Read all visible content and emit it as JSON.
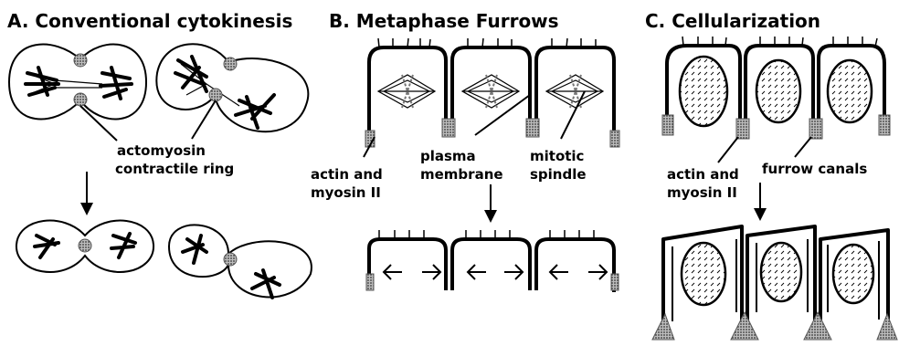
{
  "panels": {
    "a": {
      "title": "A.  Conventional  cytokinesis",
      "label_line1": "actomyosin",
      "label_line2": "contractile  ring"
    },
    "b": {
      "title": "B.  Metaphase  Furrows",
      "label_actin_1": "actin  and",
      "label_actin_2": "myosin  II",
      "label_plasma_1": "plasma",
      "label_plasma_2": "membrane",
      "label_spindle_1": "mitotic",
      "label_spindle_2": "spindle"
    },
    "c": {
      "title": "C.    Cellularization",
      "label_actin_1": "actin  and",
      "label_actin_2": "myosin  II",
      "label_furrow": "furrow   canals"
    }
  },
  "colors": {
    "ink": "#000000",
    "stipple": "#8a8a8a",
    "background": "#ffffff"
  }
}
